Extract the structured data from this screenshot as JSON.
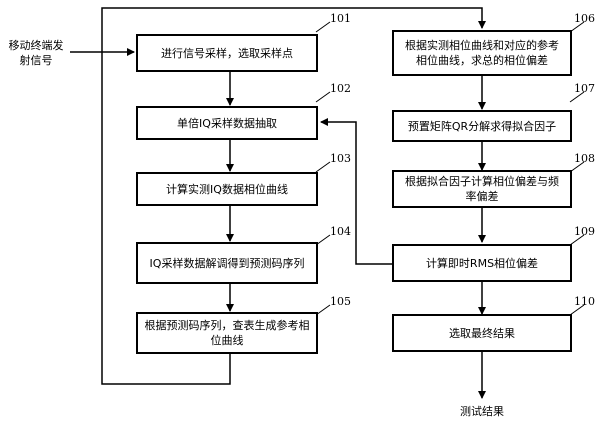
{
  "input_label": "移动终端发射信号",
  "output_label": "测试结果",
  "steps": [
    {
      "num": "101",
      "text": "进行信号采样，选取采样点"
    },
    {
      "num": "102",
      "text": "单倍IQ采样数据抽取"
    },
    {
      "num": "103",
      "text": "计算实测IQ数据相位曲线"
    },
    {
      "num": "104",
      "text": "IQ采样数据解调得到预测码序列"
    },
    {
      "num": "105",
      "text": "根据预测码序列，查表生成参考相位曲线"
    },
    {
      "num": "106",
      "text": "根据实测相位曲线和对应的参考相位曲线，求总的相位偏差"
    },
    {
      "num": "107",
      "text": "预置矩阵QR分解求得拟合因子"
    },
    {
      "num": "108",
      "text": "根据拟合因子计算相位偏差与频率偏差"
    },
    {
      "num": "109",
      "text": "计算即时RMS相位偏差"
    },
    {
      "num": "110",
      "text": "选取最终结果"
    }
  ]
}
